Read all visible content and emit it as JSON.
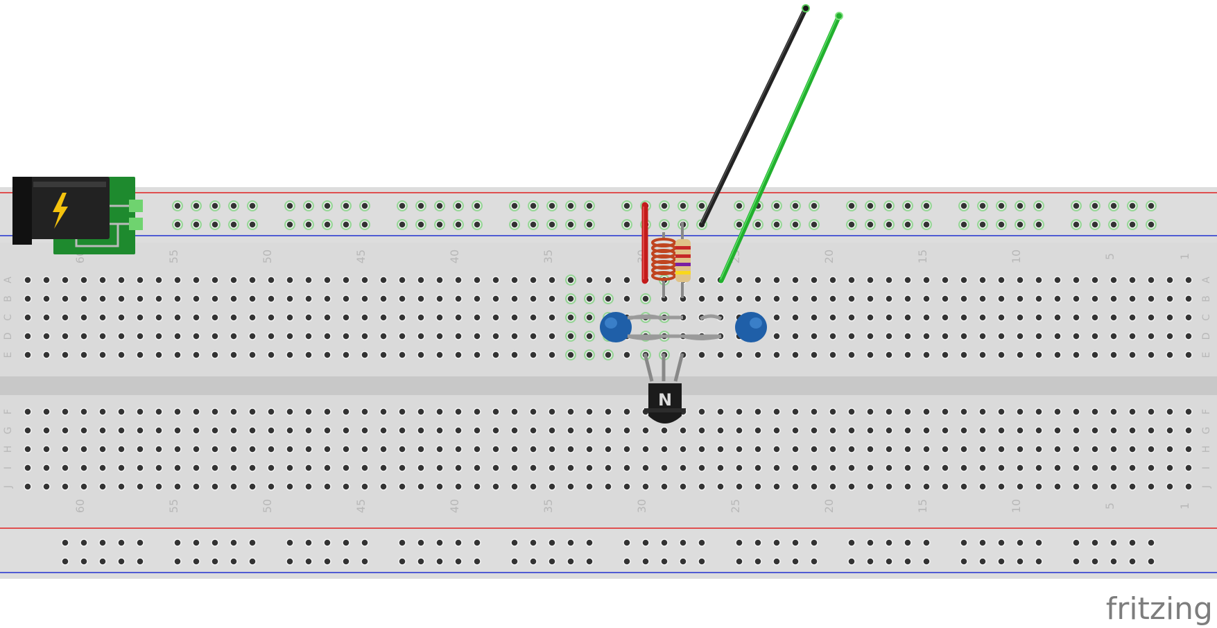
{
  "app": {
    "watermark": "fritzing"
  },
  "breadboard": {
    "column_numbers": [
      "60",
      "55",
      "50",
      "45",
      "40",
      "35",
      "30",
      "25",
      "20",
      "15",
      "10",
      "5",
      "1"
    ],
    "row_letters_top": [
      "A",
      "B",
      "C",
      "D",
      "E"
    ],
    "row_letters_bottom": [
      "F",
      "G",
      "H",
      "I",
      "J"
    ]
  },
  "components": [
    {
      "name": "dc-power-jack",
      "icon": "lightning-bolt-icon"
    },
    {
      "name": "npn-transistor",
      "label": "N"
    },
    {
      "name": "inductor-coil"
    },
    {
      "name": "resistor",
      "bands": [
        "#c62828",
        "#c62828",
        "#7b1fa2",
        "#f9d71c"
      ]
    },
    {
      "name": "ceramic-capacitor-left"
    },
    {
      "name": "ceramic-capacitor-right"
    },
    {
      "name": "red-jumper-wire"
    },
    {
      "name": "black-wire"
    },
    {
      "name": "green-wire"
    }
  ],
  "colors": {
    "board": "#d9d9d9",
    "rail_red": "#e02020",
    "rail_blue": "#2030d0",
    "hole": "#333333",
    "hole_active": "#5ccf5c",
    "jack_board": "#1e8a2e"
  }
}
